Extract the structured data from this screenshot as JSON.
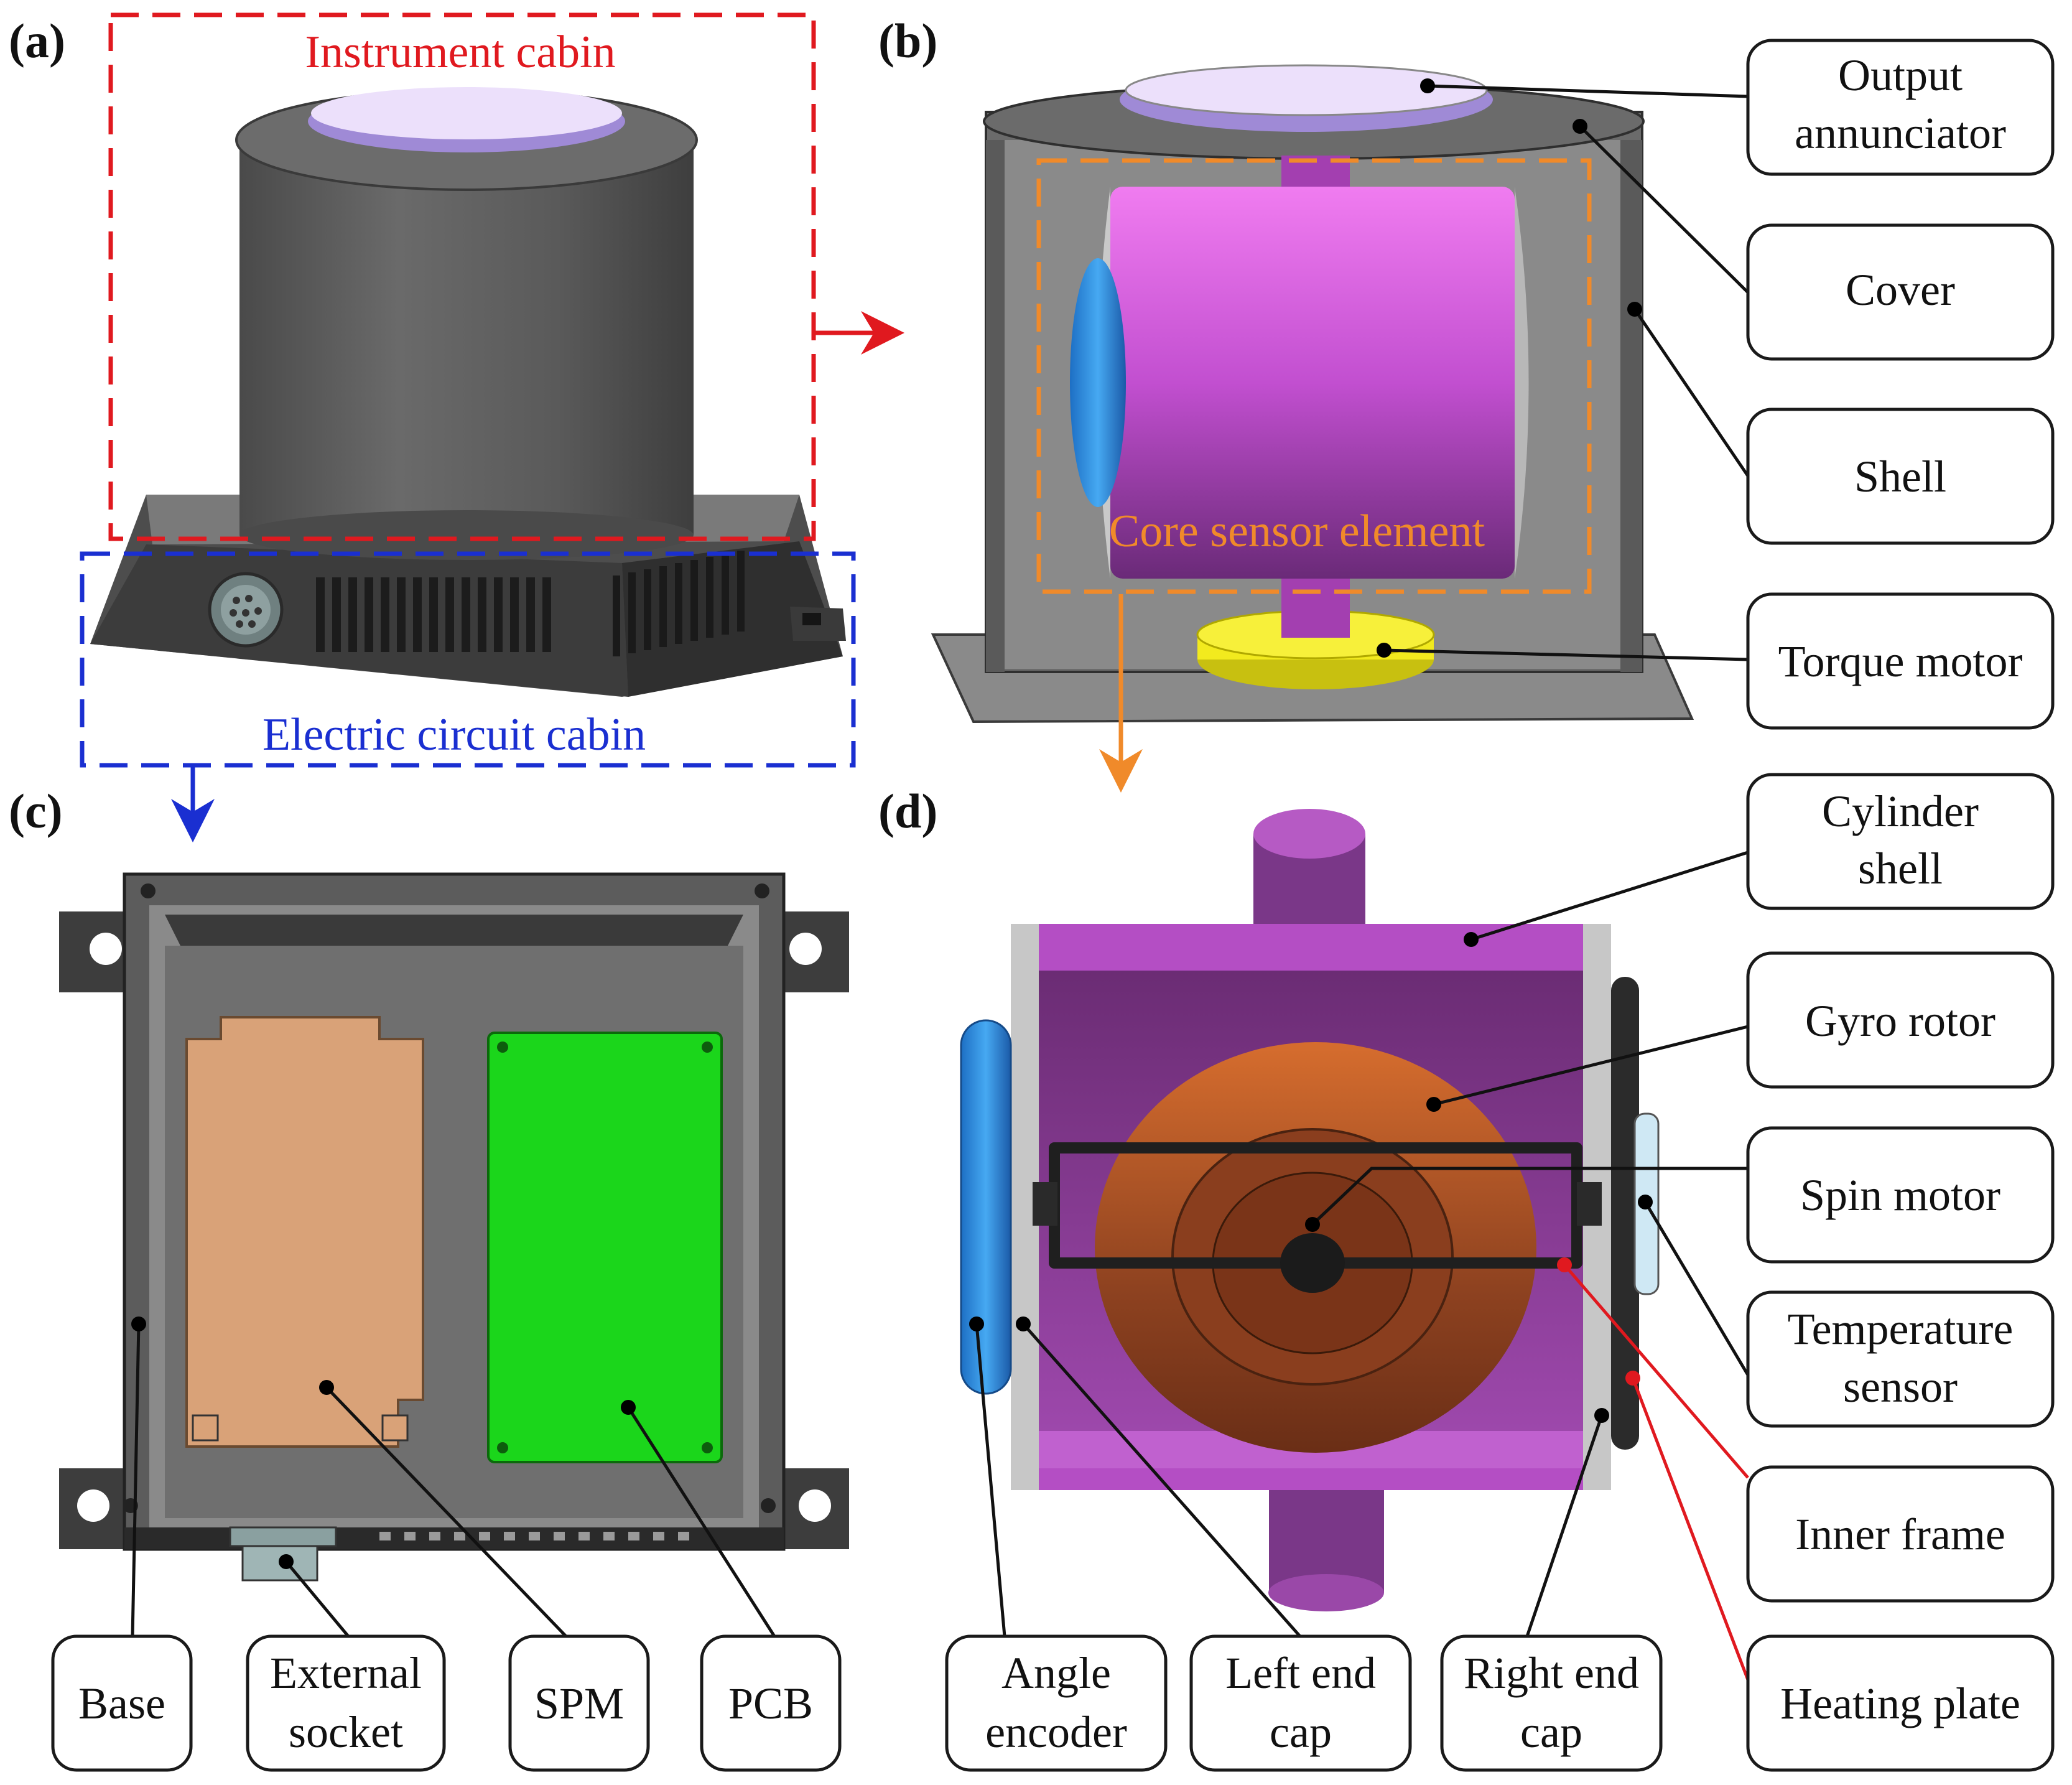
{
  "panels": {
    "a": "(a)",
    "b": "(b)",
    "c": "(c)",
    "d": "(d)"
  },
  "regions": {
    "instrument_cabin": "Instrument cabin",
    "electric_circuit_cabin": "Electric circuit cabin",
    "core_sensor_element": "Core sensor element"
  },
  "callouts_b": {
    "output_annunciator": [
      "Output",
      "annunciator"
    ],
    "cover": "Cover",
    "shell": "Shell",
    "torque_motor": "Torque motor"
  },
  "callouts_c": {
    "base": "Base",
    "external_socket": [
      "External",
      "socket"
    ],
    "spm": "SPM",
    "pcb": "PCB"
  },
  "callouts_d": {
    "cylinder_shell": [
      "Cylinder",
      "shell"
    ],
    "gyro_rotor": "Gyro rotor",
    "spin_motor": "Spin motor",
    "temperature_sensor": [
      "Temperature",
      "sensor"
    ],
    "inner_frame": "Inner frame",
    "heating_plate": "Heating plate",
    "angle_encoder": [
      "Angle",
      "encoder"
    ],
    "left_end_cap": [
      "Left end",
      "cap"
    ],
    "right_end_cap": [
      "Right end",
      "cap"
    ]
  },
  "colors": {
    "instrument_cabin": "#e0191f",
    "electric_circuit_cabin": "#1a2fd1",
    "core_sensor_element": "#f08a2a",
    "housing_gray": "#5e5e5e",
    "sensor_magenta": "#b14ac2",
    "encoder_blue": "#2f8ee0",
    "torque_motor_yellow": "#f2ea1e",
    "spm_tan": "#d9a278",
    "pcb_green": "#1bd61b",
    "rotor_brown": "#9a4a22"
  }
}
